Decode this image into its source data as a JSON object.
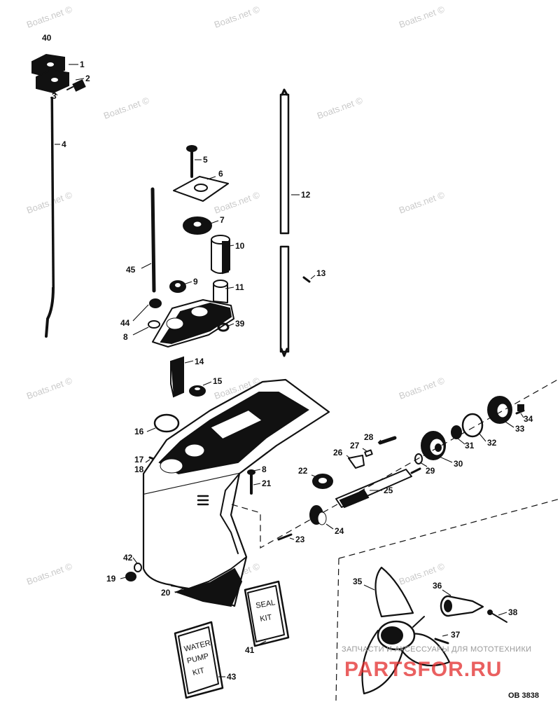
{
  "watermarks": [
    "Boats.net ©",
    "Boats.net ©",
    "Boats.net ©",
    "Boats.net ©",
    "Boats.net ©",
    "Boats.net ©",
    "Boats.net ©",
    "Boats.net ©",
    "Boats.net ©",
    "Boats.net ©",
    "Boats.net ©",
    "Boats.net ©",
    "Boats.net ©",
    "Boats.net ©"
  ],
  "callouts": [
    "40",
    "1",
    "2",
    "3",
    "4",
    "5",
    "6",
    "7",
    "10",
    "12",
    "45",
    "9",
    "11",
    "13",
    "44",
    "8",
    "39",
    "14",
    "15",
    "16",
    "17",
    "18",
    "8",
    "21",
    "22",
    "28",
    "27",
    "26",
    "25",
    "29",
    "30",
    "31",
    "32",
    "33",
    "34",
    "24",
    "23",
    "42",
    "19",
    "20",
    "35",
    "36",
    "38",
    "37",
    "41",
    "43"
  ],
  "kits": {
    "seal_kit": [
      "SEAL",
      "KIT"
    ],
    "water_pump_kit": [
      "WATER",
      "PUMP",
      "KIT"
    ]
  },
  "brand": {
    "tagline": "ЗАПЧАСТИ И АКСЕССУАРЫ ДЛЯ МОТОТЕХНИКИ",
    "logo": "PARTSFOR.RU"
  },
  "diagram_code": "OB 3838"
}
